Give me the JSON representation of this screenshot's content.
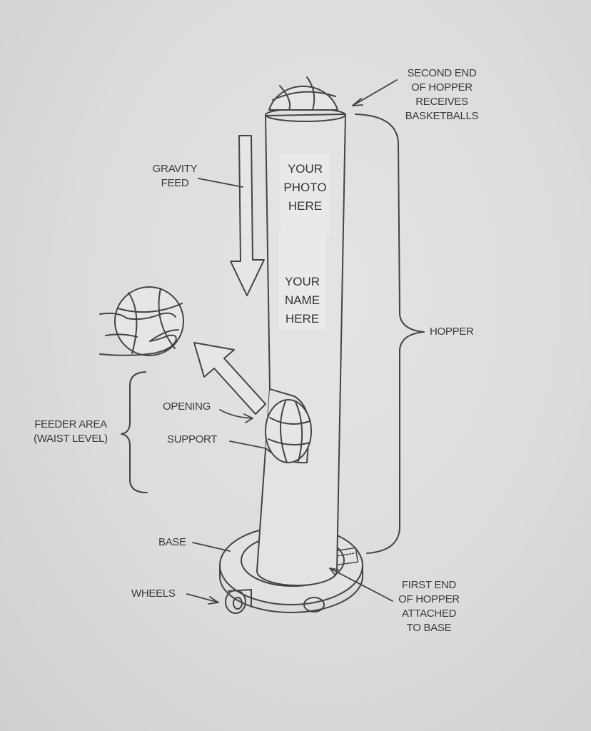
{
  "labels": {
    "second_end": [
      "SECOND END",
      "OF HOPPER",
      "RECEIVES",
      "BASKETBALLS"
    ],
    "gravity_feed": [
      "GRAVITY",
      "FEED"
    ],
    "hopper": "HOPPER",
    "feeder_area": [
      "FEEDER AREA",
      "(WAIST LEVEL)"
    ],
    "opening": "OPENING",
    "support": "SUPPORT",
    "base": "BASE",
    "wheels": "WHEELS",
    "first_end": [
      "FIRST END",
      "OF HOPPER",
      "ATTACHED",
      "TO BASE"
    ]
  },
  "placeholders": {
    "photo": [
      "YOUR",
      "PHOTO",
      "HERE"
    ],
    "name": [
      "YOUR",
      "NAME",
      "HERE"
    ]
  }
}
